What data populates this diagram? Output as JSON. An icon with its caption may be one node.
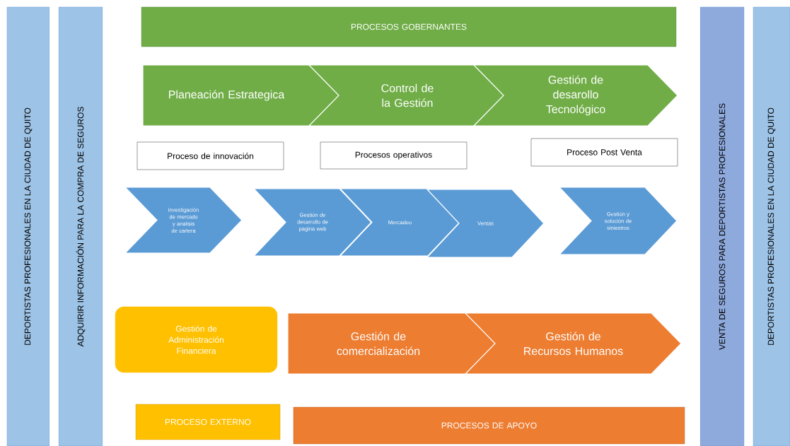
{
  "diagram": {
    "nodes": [
      {
        "text": [
          "DEPORTISTAS PROFESIONALES EN LA CIUDAD DE QUITO"
        ]
      },
      {
        "text": [
          "ADQUIRIR INFORMACIÓN PARA LA COMPRA DE SEGUROS"
        ]
      },
      {
        "text": [
          "PROCESOS GOBERNANTES"
        ]
      },
      {
        "text": [
          "Planeación Estrategica"
        ]
      },
      {
        "text": [
          "Control de la Gestión"
        ]
      },
      {
        "text": [
          "Gestión de desarollo Tecnológico"
        ]
      },
      {
        "text": [
          "Proceso de innovación"
        ]
      },
      {
        "text": [
          "Procesos operativos"
        ]
      },
      {
        "text": [
          "Proceso Post Venta"
        ]
      },
      {
        "text": [
          "investigación de mercado y analisis de cartera"
        ]
      },
      {
        "text": [
          "Gestión de desarrollo de pagina web"
        ]
      },
      {
        "text": [
          "Mercadeo"
        ]
      },
      {
        "text": [
          "Ventas"
        ]
      },
      {
        "text": [
          "Gestión y solución de siniestros"
        ]
      },
      {
        "text": [
          "Gestión de Administración Financiera"
        ]
      },
      {
        "text": [
          "Gestión de comercialización"
        ]
      },
      {
        "text": [
          "Gestión de Recursos Humanos"
        ]
      },
      {
        "text": [
          "PROCESO EXTERNO"
        ]
      },
      {
        "text": [
          "PROCESOS DE APOYO"
        ]
      },
      {
        "text": [
          "VENTA DE SEGUROS PARA DEPORTISTAS PROFESIONALES"
        ]
      },
      {
        "text": [
          "DEPORTISTAS PROFESIONALES EN LA CIUDAD DE QUITO"
        ]
      }
    ]
  }
}
